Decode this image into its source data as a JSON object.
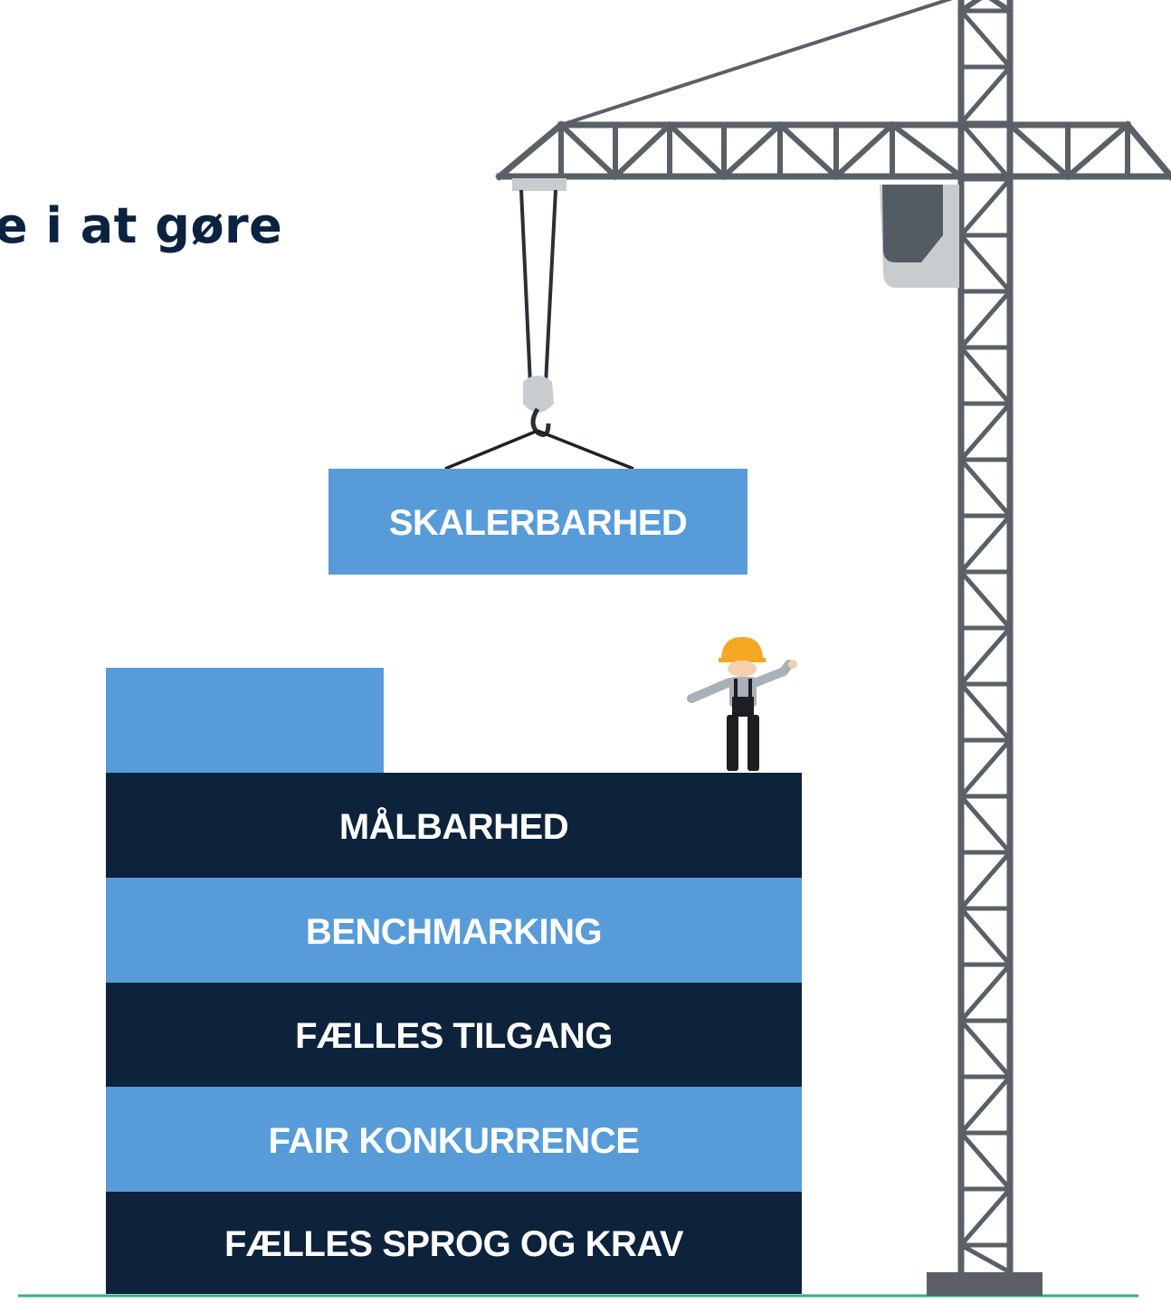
{
  "heading": "e i at gøre",
  "hanging_block": {
    "label": "SKALERBARHED"
  },
  "stack": [
    {
      "label": "MÅLBARHED",
      "tone": "dark"
    },
    {
      "label": "BENCHMARKING",
      "tone": "light"
    },
    {
      "label": "FÆLLES TILGANG",
      "tone": "dark"
    },
    {
      "label": "FAIR KONKURRENCE",
      "tone": "light"
    },
    {
      "label": "FÆLLES SPROG OG KRAV",
      "tone": "dark"
    }
  ],
  "colors": {
    "navy": "#0d223b",
    "blue": "#579cd8",
    "crane_gray": "#5b6066",
    "ground_green": "#2db37a",
    "helmet_orange": "#f5a623"
  },
  "icons": [
    "tower-crane-icon",
    "crane-hook-icon",
    "construction-worker-icon"
  ]
}
